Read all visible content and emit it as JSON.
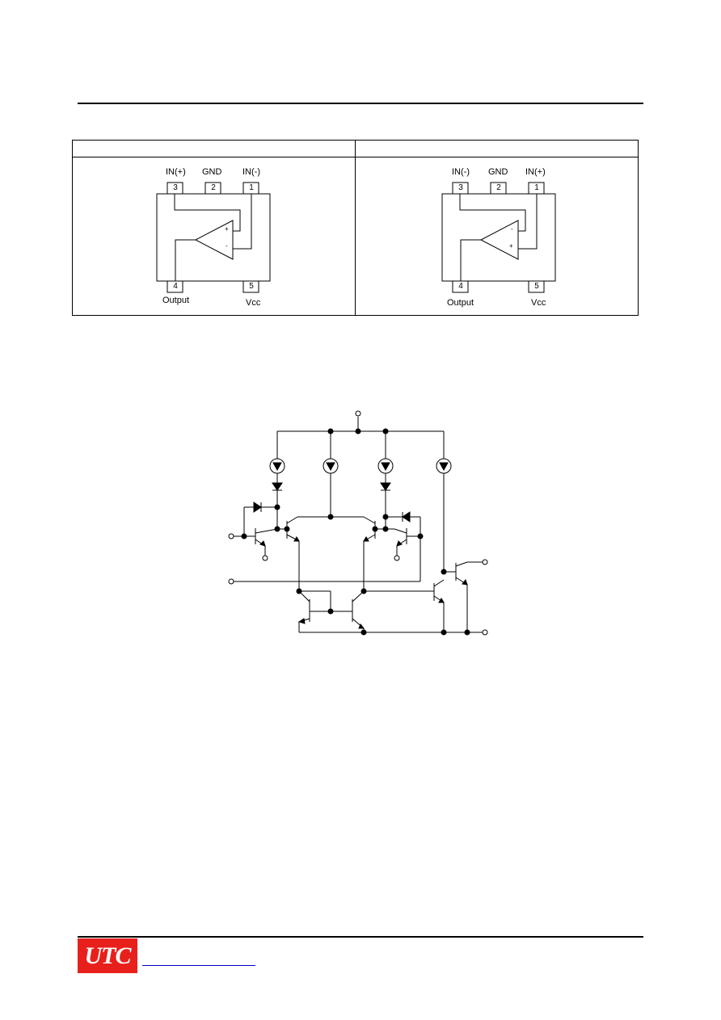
{
  "package_left": {
    "pins": [
      {
        "number": "3",
        "label": "IN(+)"
      },
      {
        "number": "2",
        "label": "GND"
      },
      {
        "number": "1",
        "label": "IN(-)"
      },
      {
        "number": "4",
        "label": "Output"
      },
      {
        "number": "5",
        "label": "Vcc"
      }
    ],
    "plus_sign": "+",
    "minus_sign": "-"
  },
  "package_right": {
    "pins": [
      {
        "number": "3",
        "label": "IN(-)"
      },
      {
        "number": "2",
        "label": "GND"
      },
      {
        "number": "1",
        "label": "IN(+)"
      },
      {
        "number": "4",
        "label": "Output"
      },
      {
        "number": "5",
        "label": "Vcc"
      }
    ],
    "plus_sign": "+",
    "minus_sign": "-"
  },
  "logo": {
    "text": "UTC",
    "color": "#e8201c"
  }
}
